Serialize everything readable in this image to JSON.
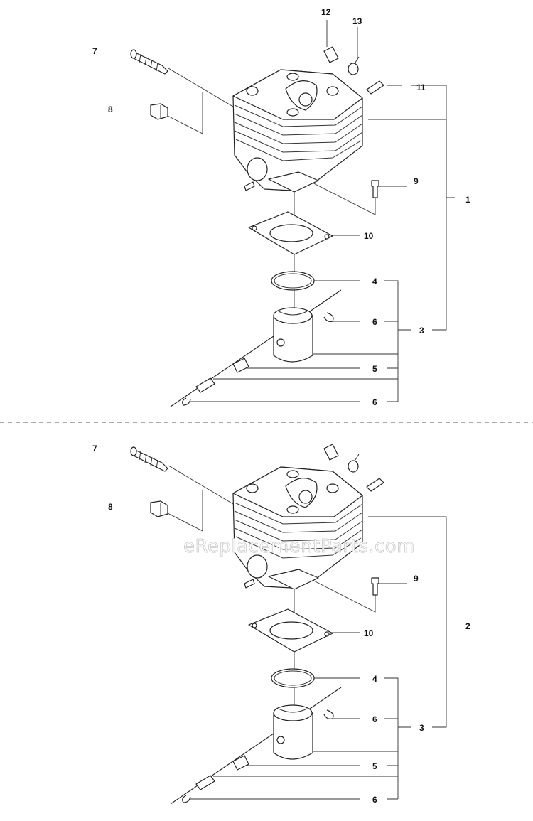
{
  "watermark": "eReplacementParts.com",
  "top_group": {
    "labels": {
      "p7": "7",
      "p8": "8",
      "p9": "9",
      "p10": "10",
      "p11": "11",
      "p12": "12",
      "p13": "13",
      "p1": "1",
      "p3": "3",
      "p4": "4",
      "p5": "5",
      "p6a": "6",
      "p6b": "6"
    }
  },
  "bottom_group": {
    "labels": {
      "p7": "7",
      "p8": "8",
      "p9": "9",
      "p10": "10",
      "p2": "2",
      "p3": "3",
      "p4": "4",
      "p5": "5",
      "p6a": "6",
      "p6b": "6"
    }
  },
  "icons": {
    "cylinder": "cylinder-icon",
    "decompression-valve": "decompression-valve-icon",
    "plug": "plug-icon",
    "screw": "screw-icon",
    "gasket": "gasket-icon",
    "piston-ring": "piston-ring-icon",
    "piston": "piston-icon",
    "piston-pin": "piston-pin-icon",
    "needle-bearing": "needle-bearing-icon",
    "circlip": "circlip-icon"
  }
}
